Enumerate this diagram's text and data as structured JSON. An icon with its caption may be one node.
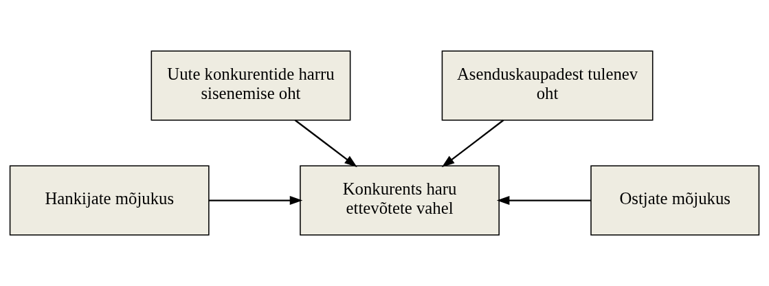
{
  "diagram": {
    "nodes": [
      {
        "text": [
          "Uute konkurentide harru sisenemise oht"
        ]
      },
      {
        "text": [
          "Hankijate mõjukus"
        ]
      },
      {
        "text": [
          "Konkurents haru ettevõtete vahel"
        ]
      },
      {
        "text": [
          "Ostjate mõjukus"
        ]
      },
      {
        "text": [
          "Asenduskaupadest tulenev oht"
        ]
      }
    ],
    "edges": [
      {
        "from": 0,
        "to": 2,
        "arrow": "to"
      },
      {
        "from": 1,
        "to": 2,
        "arrow": "to"
      },
      {
        "from": 3,
        "to": 2,
        "arrow": "to"
      },
      {
        "from": 4,
        "to": 2,
        "arrow": "to"
      }
    ]
  }
}
